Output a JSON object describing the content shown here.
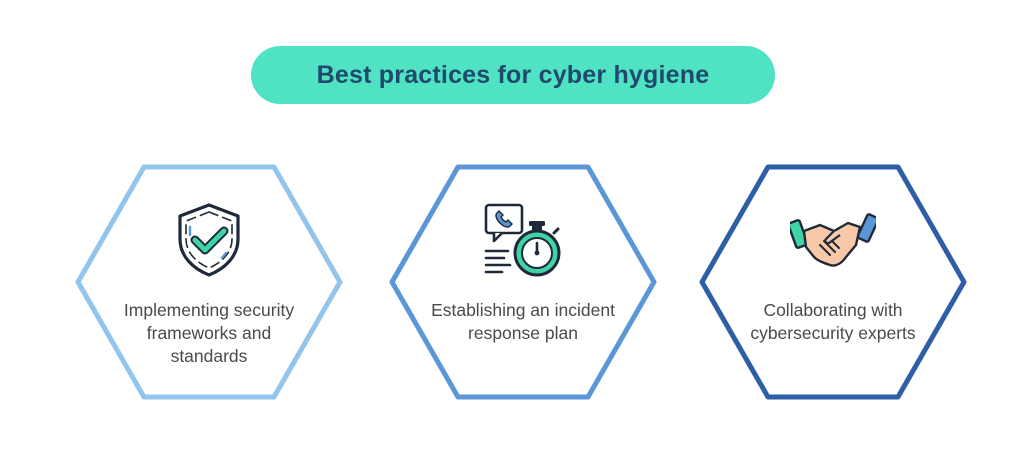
{
  "title": "Best practices for cyber hygiene",
  "cards": [
    {
      "label": "Implementing security frameworks and standards",
      "icon": "shield-check-icon",
      "border_color": "#92c4ec"
    },
    {
      "label": "Establishing an incident response plan",
      "icon": "phone-stopwatch-icon",
      "border_color": "#5b97d6"
    },
    {
      "label": "Collaborating with cybersecurity experts",
      "icon": "handshake-icon",
      "border_color": "#2f5ea8"
    }
  ],
  "colors": {
    "pill": "#4fe3c3",
    "title_text": "#1f4a6b",
    "accent_green": "#3fd3a8",
    "icon_outline": "#1e2a3a"
  }
}
